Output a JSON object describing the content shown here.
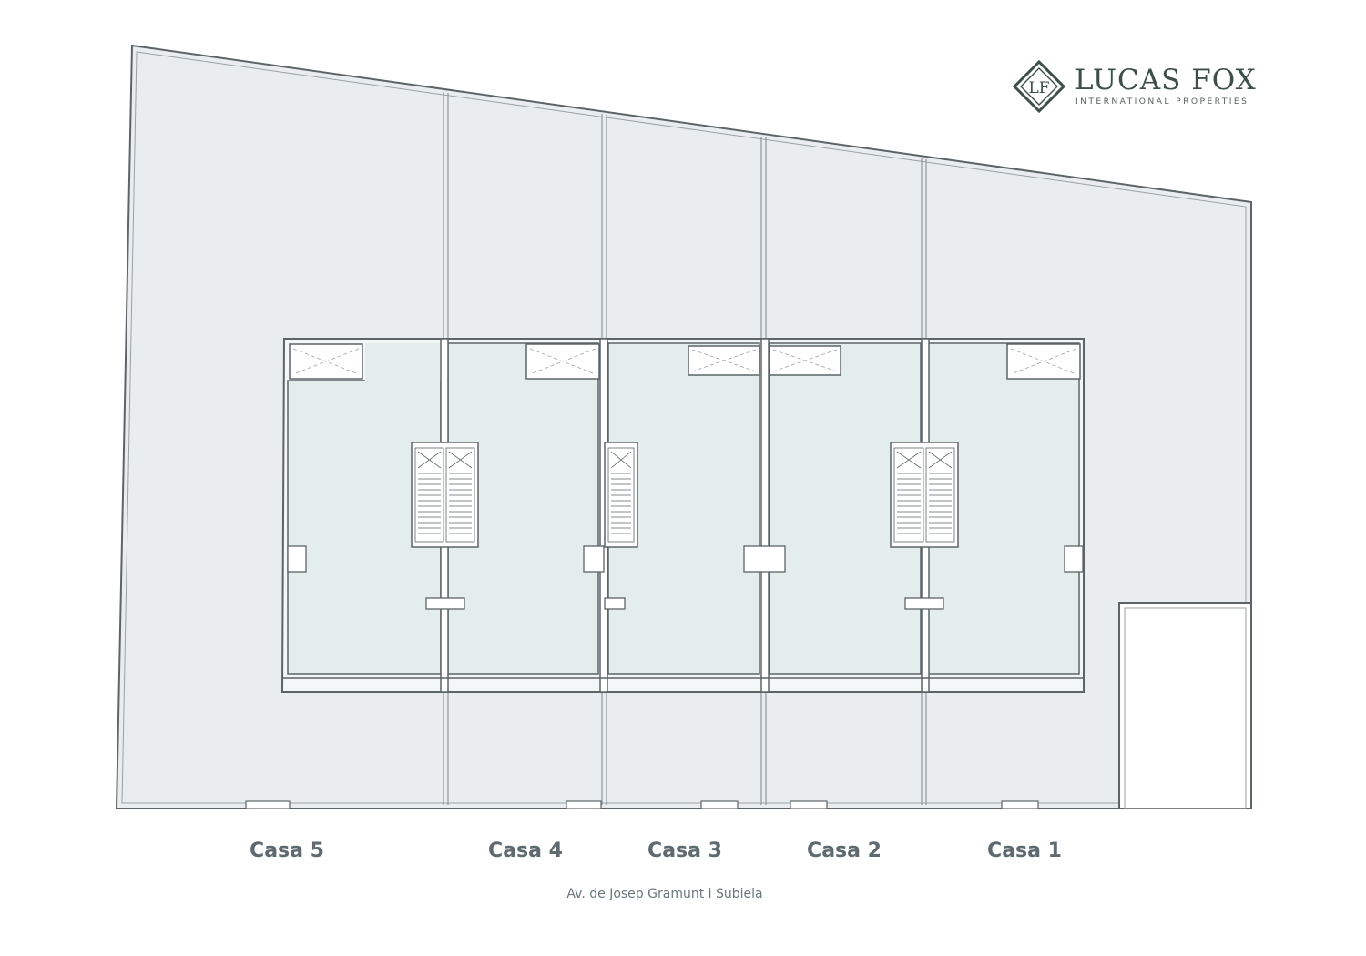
{
  "logo": {
    "monogram": "LF",
    "name": "LUCAS FOX",
    "tagline": "INTERNATIONAL PROPERTIES"
  },
  "houses": [
    {
      "label": "Casa 5"
    },
    {
      "label": "Casa 4"
    },
    {
      "label": "Casa 3"
    },
    {
      "label": "Casa 2"
    },
    {
      "label": "Casa 1"
    }
  ],
  "street": "Av. de Josep Gramunt i Subiela",
  "colors": {
    "plot_fill": "#e9edf0",
    "interior_fill": "#e3eeec",
    "wall": "#5d6468",
    "logo": "#3e4f48",
    "label": "#5e6a70"
  }
}
